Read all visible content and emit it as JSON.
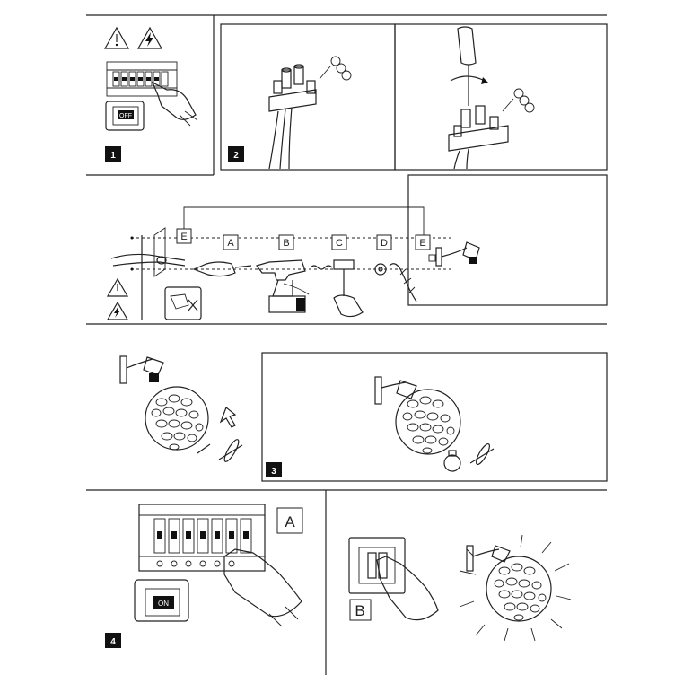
{
  "steps": [
    {
      "number": "1"
    },
    {
      "number": "2"
    },
    {
      "number": "3"
    },
    {
      "number": "4"
    }
  ],
  "tool_labels": {
    "E_left": "E",
    "A": "A",
    "B": "B",
    "C": "C",
    "D": "D",
    "E_right": "E"
  },
  "panel4": {
    "label_a": "A",
    "label_b": "B",
    "switch_text": "ON"
  },
  "panel1": {
    "switch_text": "OFF"
  },
  "icons": [
    "warning-triangle-icon",
    "electric-hazard-icon",
    "screwdriver-icon",
    "drill-icon",
    "hammer-icon",
    "wall-plug-icon",
    "pliers-icon",
    "no-drill-cable-icon",
    "wall-lamp-icon",
    "glass-globe-icon",
    "bulb-icon"
  ]
}
